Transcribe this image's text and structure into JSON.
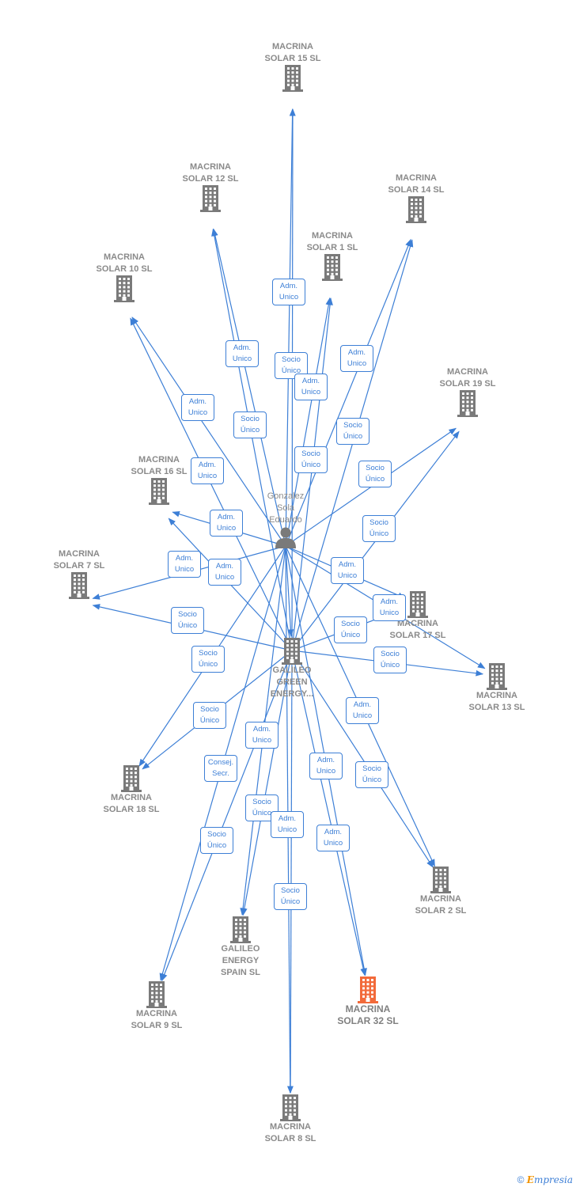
{
  "colors": {
    "edge": "#3d7fd6",
    "node": "#7a7a7a",
    "focus": "#f26a3a"
  },
  "nodes": [
    {
      "id": "ms15",
      "label": "MACRINA\nSOLAR 15  SL"
    },
    {
      "id": "ms12",
      "label": "MACRINA\nSOLAR 12  SL"
    },
    {
      "id": "ms14",
      "label": "MACRINA\nSOLAR 14  SL"
    },
    {
      "id": "ms1",
      "label": "MACRINA\nSOLAR 1  SL"
    },
    {
      "id": "ms10",
      "label": "MACRINA\nSOLAR 10  SL"
    },
    {
      "id": "ms19",
      "label": "MACRINA\nSOLAR 19  SL"
    },
    {
      "id": "ms16",
      "label": "MACRINA\nSOLAR 16  SL"
    },
    {
      "id": "person",
      "label": "Gonzalez\nSola\nEduardo"
    },
    {
      "id": "ms7",
      "label": "MACRINA\nSOLAR 7  SL"
    },
    {
      "id": "ms17",
      "label": "MACRINA\nSOLAR 17  SL"
    },
    {
      "id": "gge",
      "label": "GALILEO\nGREEN\nENERGY..."
    },
    {
      "id": "ms13",
      "label": "MACRINA\nSOLAR 13  SL"
    },
    {
      "id": "ms18",
      "label": "MACRINA\nSOLAR 18  SL"
    },
    {
      "id": "ms2",
      "label": "MACRINA\nSOLAR 2  SL"
    },
    {
      "id": "ges",
      "label": "GALILEO\nENERGY\nSPAIN  SL"
    },
    {
      "id": "ms32",
      "label": "MACRINA\nSOLAR 32  SL"
    },
    {
      "id": "ms9",
      "label": "MACRINA\nSOLAR 9  SL"
    },
    {
      "id": "ms8",
      "label": "MACRINA\nSOLAR 8  SL"
    }
  ],
  "edge_labels": [
    "Adm.\nUnico",
    "Socio\nÚnico",
    "Adm.\nUnico",
    "Adm.\nUnico",
    "Adm.\nUnico",
    "Socio\nÚnico",
    "Adm.\nUnico",
    "Socio\nÚnico",
    "Socio\nÚnico",
    "Adm.\nUnico",
    "Socio\nÚnico",
    "Adm.\nUnico",
    "Adm.\nUnico",
    "Socio\nÚnico",
    "Adm.\nUnico",
    "Socio\nÚnico",
    "Adm.\nUnico",
    "Socio\nÚnico",
    "Socio\nÚnico",
    "Adm.\nUnico",
    "Socio\nÚnico",
    "Socio\nÚnico",
    "Adm.\nUnico",
    "Adm.\nUnico",
    "Socio\nÚnico",
    "Consej.\nSecr.",
    "Adm.\nUnico",
    "Socio\nÚnico",
    "Adm.\nUnico",
    "Adm.\nUnico",
    "Socio\nÚnico",
    "Socio\nÚnico",
    "Adm.\nUnico",
    "Socio\nÚnico",
    "Socio\nÚnico",
    "Socio\nÚnico"
  ],
  "footer": {
    "copyright": "©",
    "brand_first": "E",
    "brand_rest": "mpresia"
  }
}
